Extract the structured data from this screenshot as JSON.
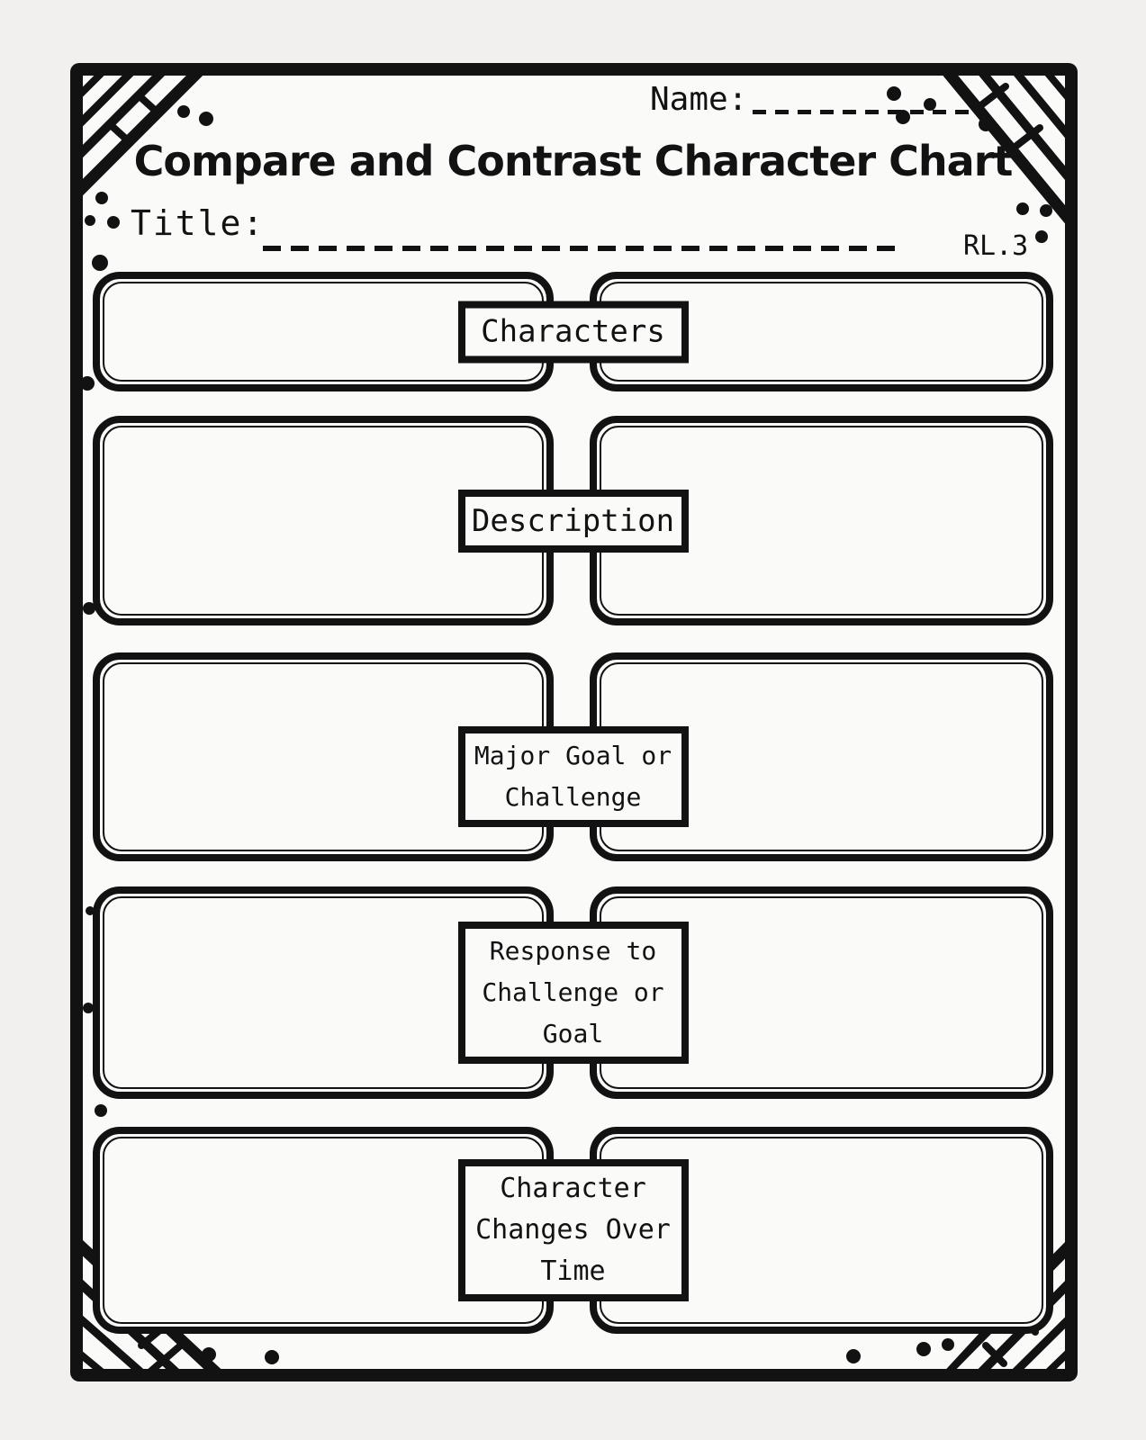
{
  "header": {
    "name_label": "Name:",
    "heading": "Compare and Contrast Character Chart",
    "title_label": "Title:",
    "standard_code": "RL.3"
  },
  "chart": {
    "rows": [
      {
        "label": "Characters",
        "lines": [
          "Characters"
        ]
      },
      {
        "label": "Description",
        "lines": [
          "Description"
        ]
      },
      {
        "label": "Major Goal or Challenge",
        "lines": [
          "Major Goal or",
          "Challenge"
        ]
      },
      {
        "label": "Response to Challenge or Goal",
        "lines": [
          "Response to",
          "Challenge or",
          "Goal"
        ]
      },
      {
        "label": "Character Changes Over Time",
        "lines": [
          "Character",
          "Changes Over",
          "Time"
        ]
      }
    ]
  }
}
